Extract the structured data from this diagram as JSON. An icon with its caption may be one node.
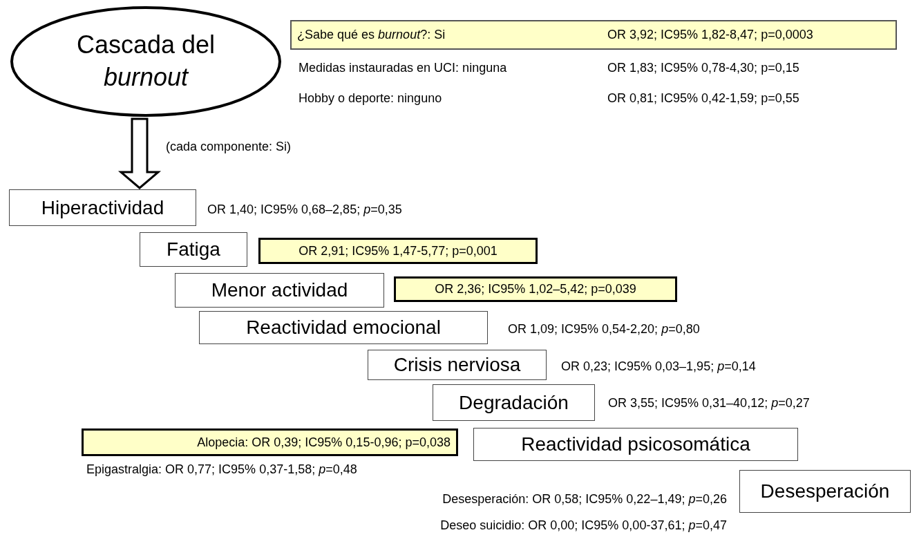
{
  "diagram": {
    "nodes": [
      {
        "text": [
          "Cascada del *burnout*"
        ]
      },
      {
        "text": [
          "¿Sabe qué es *burnout*?: Si",
          "OR 3,92; IC95% 1,82-8,47; p=0,0003"
        ]
      },
      {
        "text": [
          "Hiperactividad"
        ],
        "beside": [
          "OR 1,40; IC95% 0,68–2,85; *p*=0,35"
        ]
      },
      {
        "text": [
          "Fatiga"
        ]
      },
      {
        "text": [
          "OR 2,91; IC95% 1,47-5,77; p=0,001"
        ]
      },
      {
        "text": [
          "Menor actividad"
        ]
      },
      {
        "text": [
          "OR 2,36; IC95% 1,02–5,42; p=0,039"
        ]
      },
      {
        "text": [
          "Reactividad emocional"
        ],
        "beside": [
          "OR 1,09; IC95% 0,54-2,20; *p*=0,80"
        ]
      },
      {
        "text": [
          "Crisis nerviosa"
        ],
        "beside": [
          "OR 0,23; IC95% 0,03–1,95; *p*=0,14"
        ]
      },
      {
        "text": [
          "Degradación"
        ],
        "beside": [
          "OR 3,55; IC95% 0,31–40,12; *p*=0,27"
        ]
      },
      {
        "text": [
          "Alopecia: OR 0,39; IC95% 0,15-0,96; p=0,038"
        ]
      },
      {
        "text": [
          "Reactividad psicosomática"
        ]
      },
      {
        "text": [
          "Desesperación"
        ]
      }
    ],
    "edges": [
      {
        "from": 0,
        "to": 2,
        "arrow": "to",
        "label": "(cada componente: Si)",
        "style": "thick"
      }
    ],
    "labels": [
      "Medidas instauradas en UCI: ninguna",
      "OR 1,83; IC95% 0,78-4,30; p=0,15",
      "Hobby o deporte: ninguno",
      "OR 0,81; IC95% 0,42-1,59; p=0,55",
      "Epigastralgia: OR 0,77; IC95% 0,37-1,58; *p*=0,48",
      "Desesperación: OR 0,58; IC95% 0,22–1,49; *p*=0,26",
      "Deseo suicidio: OR 0,00; IC95% 0,00-37,61; *p*=0,47"
    ]
  }
}
